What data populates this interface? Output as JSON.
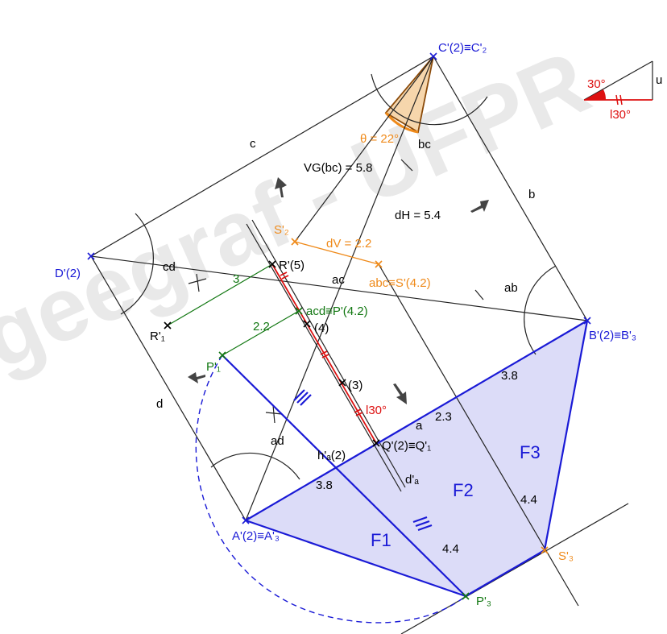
{
  "watermark": {
    "text": "geegraf - UFPR"
  },
  "colors": {
    "line": "#000000",
    "blue": "#1a1ad6",
    "green": "#117711",
    "orange": "#ef8a1a",
    "red": "#dd1111",
    "face_fill": "#dcdcf8"
  },
  "points": {
    "C": "C'(2)≡C'₂",
    "D": "D'(2)",
    "B": "B'(2)≡B'₃",
    "A": "A'(2)≡A'₃",
    "S2": "S'₂",
    "S": "abc≡S'(4.2)",
    "R": "R'(5)",
    "R1": "R'₁",
    "P": "acd≡P'(4.2)",
    "P1": "P'₁",
    "Q": "Q'(2)≡Q'₁",
    "P3": "P'₃",
    "S3": "S'₃",
    "n4": "(4)",
    "n3": "(3)"
  },
  "edges": {
    "c": "c",
    "b": "b",
    "bc": "bc",
    "cd": "cd",
    "ac": "ac",
    "ab": "ab",
    "d": "d",
    "ad": "ad",
    "a": "a",
    "ha": "h'ₐ(2)",
    "da": "d'ₐ"
  },
  "measures": {
    "theta": "θ = 22°",
    "vg": "VG(bc) = 5.8",
    "dh": "dH = 5.4",
    "dv": "dV = 2.2",
    "three": "3",
    "two_two": "2.2",
    "l30": "l30°",
    "m38a": "3.8",
    "m23": "2.3",
    "m38b": "3.8",
    "m44a": "4.4",
    "m44b": "4.4"
  },
  "inset": {
    "angle": "30°",
    "u": "u",
    "l": "l30°"
  },
  "faces": {
    "F1": "F1",
    "F2": "F2",
    "F3": "F3"
  }
}
